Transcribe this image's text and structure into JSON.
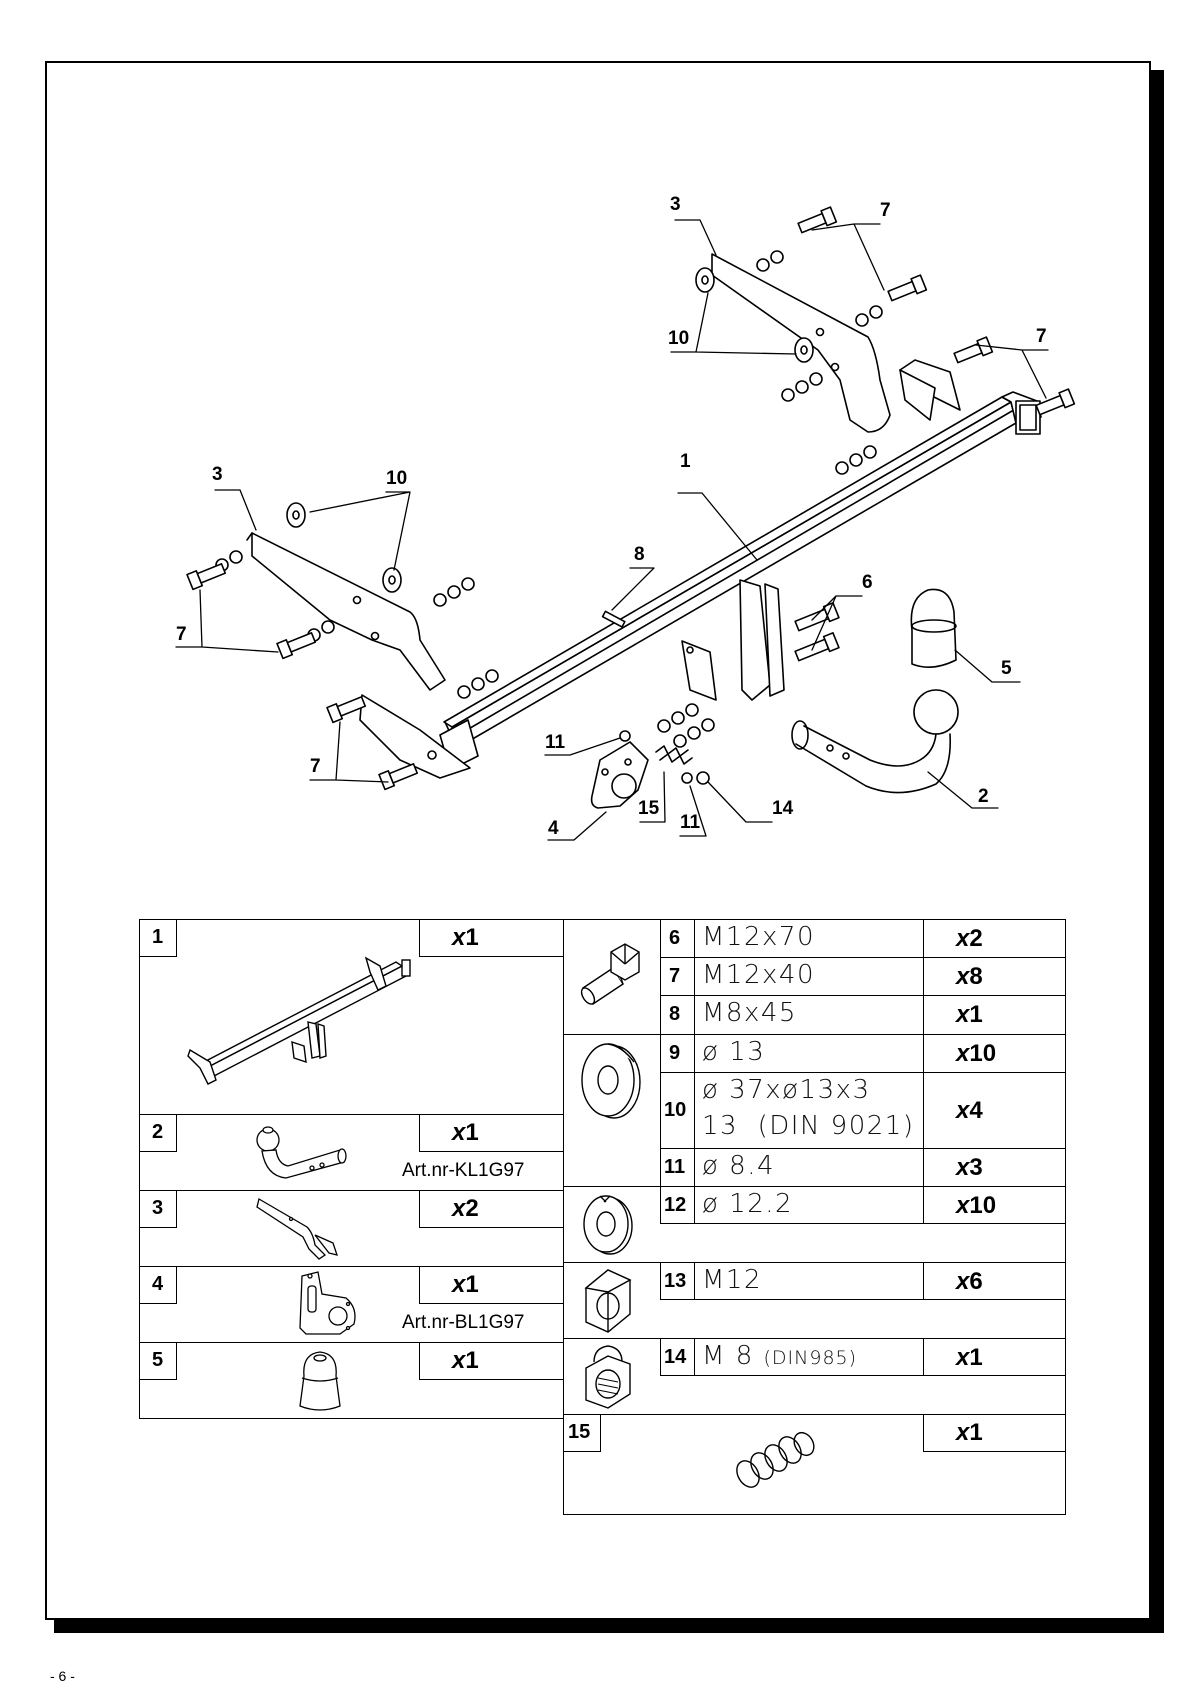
{
  "page": {
    "page_number": "- 6 -"
  },
  "diagram": {
    "callouts": [
      {
        "id": "c1",
        "label": "1"
      },
      {
        "id": "c2",
        "label": "2"
      },
      {
        "id": "c3a",
        "label": "3"
      },
      {
        "id": "c3b",
        "label": "3"
      },
      {
        "id": "c4",
        "label": "4"
      },
      {
        "id": "c5",
        "label": "5"
      },
      {
        "id": "c6",
        "label": "6"
      },
      {
        "id": "c7a",
        "label": "7"
      },
      {
        "id": "c7b",
        "label": "7"
      },
      {
        "id": "c7c",
        "label": "7"
      },
      {
        "id": "c7d",
        "label": "7"
      },
      {
        "id": "c8",
        "label": "8"
      },
      {
        "id": "c10a",
        "label": "10"
      },
      {
        "id": "c10b",
        "label": "10"
      },
      {
        "id": "c11a",
        "label": "11"
      },
      {
        "id": "c11b",
        "label": "11"
      },
      {
        "id": "c14",
        "label": "14"
      },
      {
        "id": "c15",
        "label": "15"
      }
    ]
  },
  "parts_left": [
    {
      "num": "1",
      "qty_prefix": "x",
      "qty": "1",
      "art": ""
    },
    {
      "num": "2",
      "qty_prefix": "x",
      "qty": "1",
      "art": "Art.nr-KL1G97"
    },
    {
      "num": "3",
      "qty_prefix": "x",
      "qty": "2",
      "art": ""
    },
    {
      "num": "4",
      "qty_prefix": "x",
      "qty": "1",
      "art": "Art.nr-BL1G97"
    },
    {
      "num": "5",
      "qty_prefix": "x",
      "qty": "1",
      "art": ""
    }
  ],
  "parts_right": [
    {
      "num": "6",
      "spec": "M12x70",
      "spec2": "",
      "qty_prefix": "x",
      "qty": "2"
    },
    {
      "num": "7",
      "spec": "M12x40",
      "spec2": "",
      "qty_prefix": "x",
      "qty": "8"
    },
    {
      "num": "8",
      "spec": "M8x45",
      "spec2": "",
      "qty_prefix": "x",
      "qty": "1"
    },
    {
      "num": "9",
      "spec": "ø 13",
      "spec2": "",
      "qty_prefix": "x",
      "qty": "10"
    },
    {
      "num": "10",
      "spec": "ø 37xø13x3",
      "spec2": "13  (DIN 9021)",
      "qty_prefix": "x",
      "qty": "4"
    },
    {
      "num": "11",
      "spec": "ø 8.4",
      "spec2": "",
      "qty_prefix": "x",
      "qty": "3"
    },
    {
      "num": "12",
      "spec": "ø 12.2",
      "spec2": "",
      "qty_prefix": "x",
      "qty": "10"
    },
    {
      "num": "13",
      "spec": "M12",
      "spec2": "",
      "qty_prefix": "x",
      "qty": "6"
    },
    {
      "num": "14",
      "spec": "M 8",
      "spec2": "(DIN985)",
      "qty_prefix": "x",
      "qty": "1"
    },
    {
      "num": "15",
      "spec": "",
      "spec2": "",
      "qty_prefix": "x",
      "qty": "1"
    }
  ]
}
